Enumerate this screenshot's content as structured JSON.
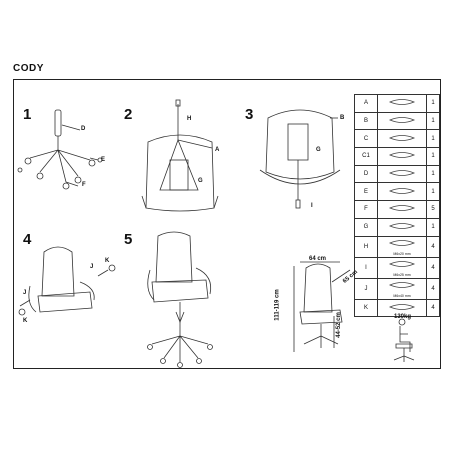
{
  "title": "CODY",
  "steps": [
    "1",
    "2",
    "3",
    "4",
    "5"
  ],
  "labels": {
    "s1": [
      "D",
      "E",
      "F"
    ],
    "s2": [
      "H",
      "A",
      "G"
    ],
    "s3": [
      "B",
      "G",
      "I"
    ],
    "s4": [
      "J",
      "K",
      "J",
      "K"
    ]
  },
  "parts": [
    {
      "id": "A",
      "icon": "mechanism-icon",
      "note": "",
      "qty": "1"
    },
    {
      "id": "B",
      "icon": "seat-icon",
      "note": "",
      "qty": "1"
    },
    {
      "id": "C",
      "icon": "armrest-icon",
      "note": "",
      "qty": "1"
    },
    {
      "id": "C1",
      "icon": "armrest-icon",
      "note": "",
      "qty": "1"
    },
    {
      "id": "D",
      "icon": "gas-lift-icon",
      "note": "",
      "qty": "1"
    },
    {
      "id": "E",
      "icon": "base-icon",
      "note": "",
      "qty": "1"
    },
    {
      "id": "F",
      "icon": "caster-icon",
      "note": "",
      "qty": "5"
    },
    {
      "id": "G",
      "icon": "backrest-icon",
      "note": "",
      "qty": "1"
    },
    {
      "id": "H",
      "icon": "bolt-icon",
      "note": "M6x20 mm",
      "qty": "4"
    },
    {
      "id": "I",
      "icon": "bolt-icon",
      "note": "M6x25 mm",
      "qty": "4"
    },
    {
      "id": "J",
      "icon": "bolt-icon",
      "note": "M6x40 mm",
      "qty": "4"
    },
    {
      "id": "K",
      "icon": "washer-icon",
      "note": "",
      "qty": "4"
    }
  ],
  "dimensions": {
    "width": "64 cm",
    "depth": "65 cm",
    "height": "111-119 cm",
    "seat_height": "44-52 cm",
    "max_load": "130kg"
  }
}
